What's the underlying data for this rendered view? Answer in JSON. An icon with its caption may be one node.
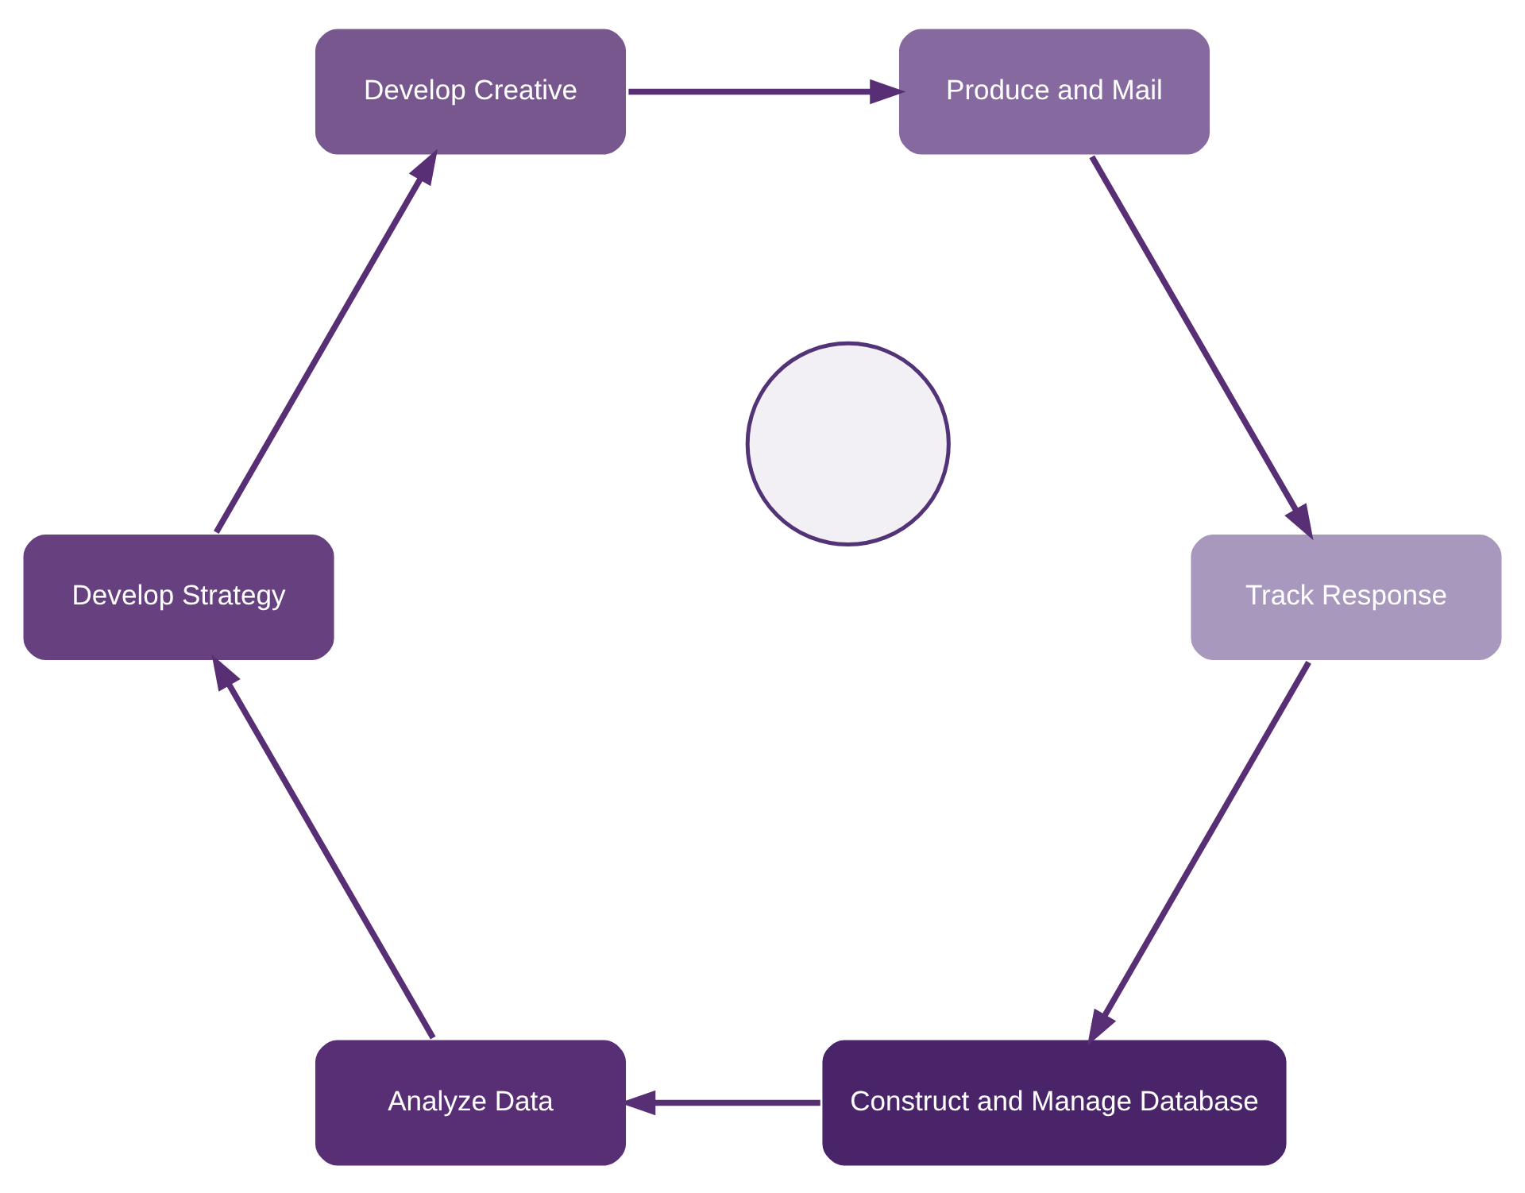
{
  "diagram": {
    "nodes": [
      {
        "text": [
          "Construct and Manage Database"
        ]
      },
      {
        "text": [
          "Analyze Data"
        ]
      },
      {
        "text": [
          "Develop Strategy"
        ]
      },
      {
        "text": [
          "Develop Creative"
        ]
      },
      {
        "text": [
          "Produce and Mail"
        ]
      },
      {
        "text": [
          "Track Response"
        ]
      },
      {
        "text": [],
        "shape": "circle"
      }
    ],
    "edges": [
      {
        "from": 0,
        "to": 1,
        "arrow": "to"
      },
      {
        "from": 1,
        "to": 2,
        "arrow": "to"
      },
      {
        "from": 2,
        "to": 3,
        "arrow": "to"
      },
      {
        "from": 3,
        "to": 4,
        "arrow": "to"
      },
      {
        "from": 4,
        "to": 5,
        "arrow": "to"
      },
      {
        "from": 5,
        "to": 0,
        "arrow": "to"
      }
    ]
  }
}
